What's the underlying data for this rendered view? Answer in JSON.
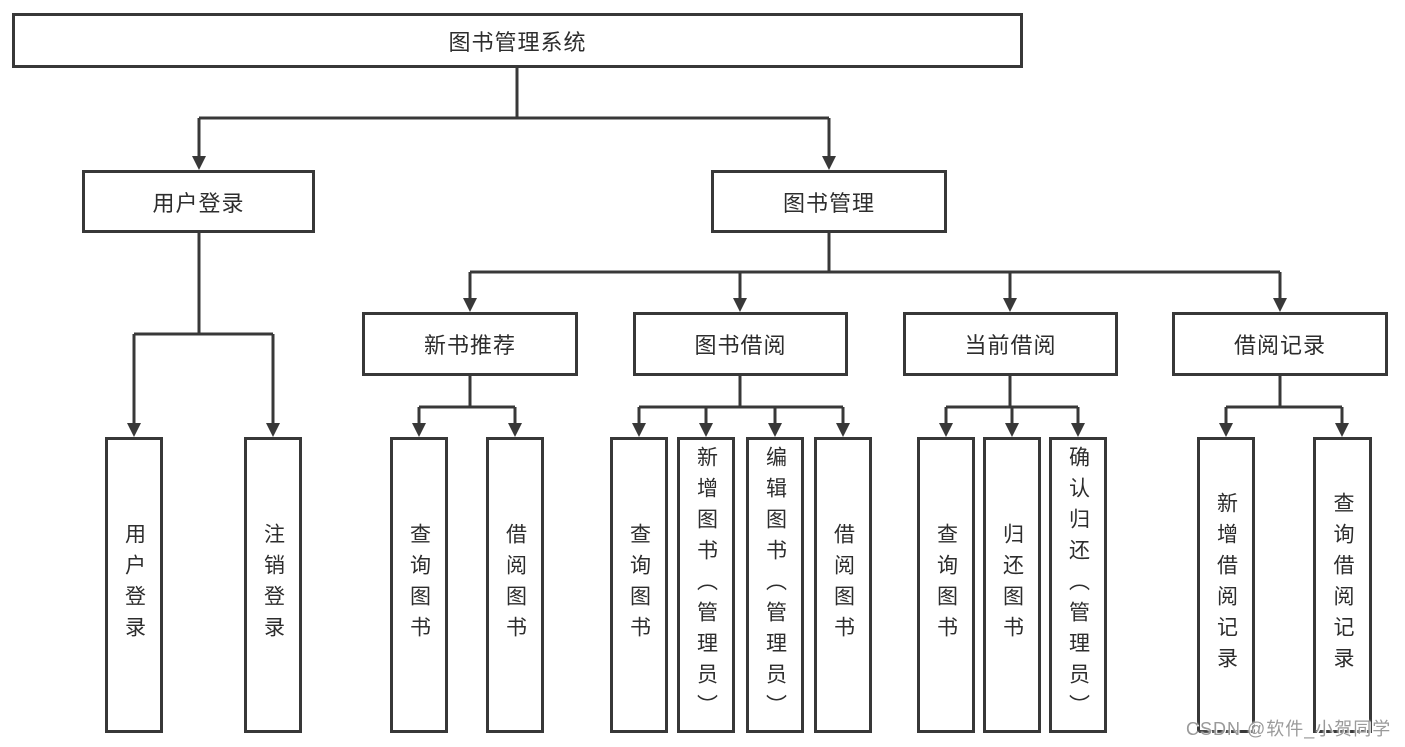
{
  "diagram": {
    "type": "tree",
    "colors": {
      "background": "#ffffff",
      "line": "#383838",
      "box_border": "#383838",
      "box_fill": "#ffffff",
      "text": "#2d2d2d",
      "watermark": "#9a9a9a"
    },
    "watermark": "CSDN @软件_小贺同学",
    "tree": {
      "label": "图书管理系统",
      "children": [
        {
          "label": "用户登录",
          "children": [
            {
              "label": "用户登录"
            },
            {
              "label": "注销登录"
            }
          ]
        },
        {
          "label": "图书管理",
          "children": [
            {
              "label": "新书推荐",
              "children": [
                {
                  "label": "查询图书"
                },
                {
                  "label": "借阅图书"
                }
              ]
            },
            {
              "label": "图书借阅",
              "children": [
                {
                  "label": "查询图书"
                },
                {
                  "label": "新增图书（管理员）"
                },
                {
                  "label": "编辑图书（管理员）"
                },
                {
                  "label": "借阅图书"
                }
              ]
            },
            {
              "label": "当前借阅",
              "children": [
                {
                  "label": "查询图书"
                },
                {
                  "label": "归还图书"
                },
                {
                  "label": "确认归还（管理员）"
                }
              ]
            },
            {
              "label": "借阅记录",
              "children": [
                {
                  "label": "新增借阅记录"
                },
                {
                  "label": "查询借阅记录"
                }
              ]
            }
          ]
        }
      ]
    }
  }
}
